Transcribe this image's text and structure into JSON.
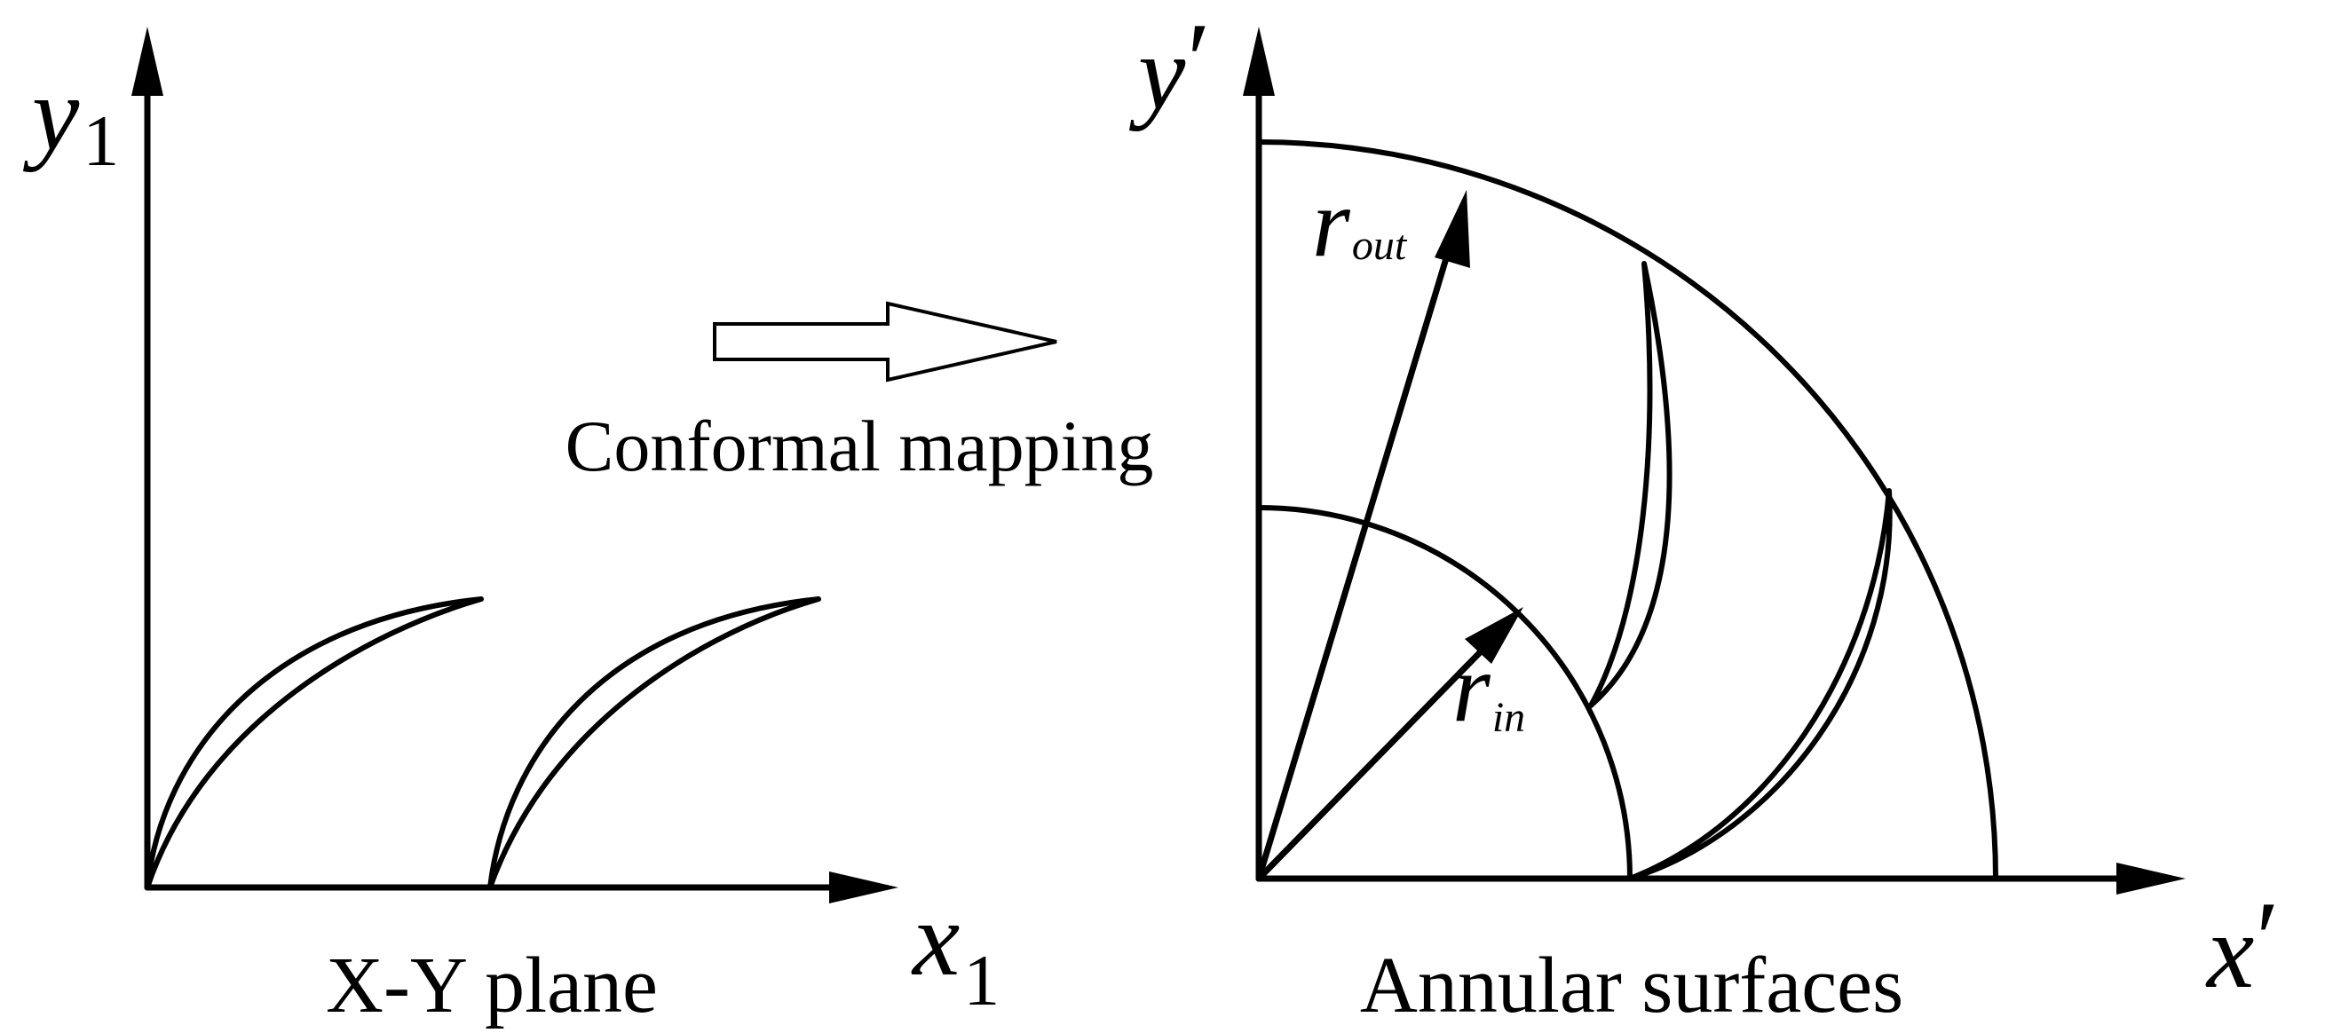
{
  "left_panel": {
    "y_axis_label": {
      "main": "y",
      "sub": "1"
    },
    "x_axis_label": {
      "main": "x",
      "sub": "1"
    },
    "caption": "X-Y plane"
  },
  "transition": {
    "label": "Conformal mapping"
  },
  "right_panel": {
    "y_axis_label": {
      "main": "y",
      "prime": "′"
    },
    "x_axis_label": {
      "main": "x",
      "prime": "′"
    },
    "outer_radius_label": {
      "main": "r",
      "sub": "out"
    },
    "inner_radius_label": {
      "main": "r",
      "sub": "in"
    },
    "caption": "Annular surfaces"
  }
}
